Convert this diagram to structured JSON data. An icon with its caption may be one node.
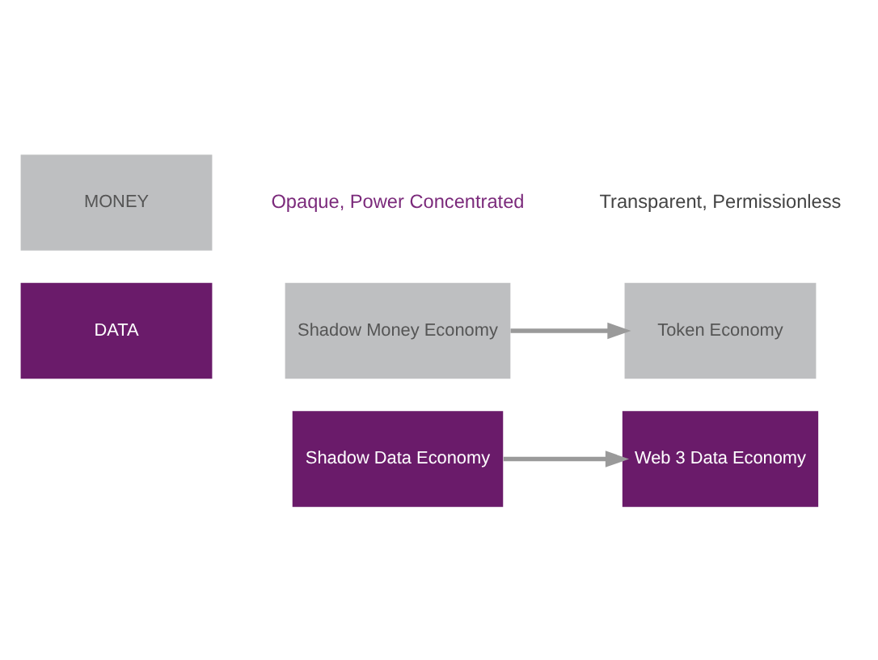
{
  "diagram": {
    "nodes": [
      {
        "text": [
          "MONEY"
        ]
      },
      {
        "text": [
          "Shadow Money Economy"
        ]
      },
      {
        "text": [
          "Token Economy"
        ]
      },
      {
        "text": [
          "DATA"
        ]
      },
      {
        "text": [
          "Shadow Data Economy"
        ]
      },
      {
        "text": [
          "Web 3 Data Economy"
        ]
      }
    ],
    "edges": [
      {
        "from": 1,
        "to": 2,
        "arrow": "to"
      },
      {
        "from": 4,
        "to": 5,
        "arrow": "to"
      }
    ],
    "labels": [
      "Opaque, Power Concentrated",
      "Transparent, Permissionless"
    ]
  }
}
